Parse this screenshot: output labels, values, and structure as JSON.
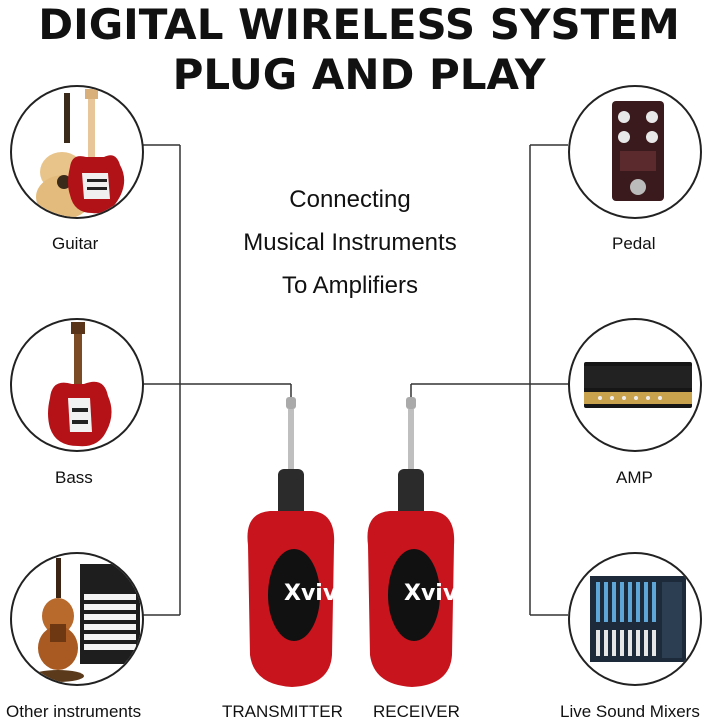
{
  "headline": {
    "line1": "DIGITAL WIRELESS SYSTEM",
    "line2": "PLUG AND PLAY"
  },
  "center_text": [
    "Connecting",
    "Musical Instruments",
    "To Amplifiers"
  ],
  "left_items": [
    {
      "label": "Guitar",
      "icon": "guitar-image"
    },
    {
      "label": "Bass",
      "icon": "bass-image"
    },
    {
      "label": "Other instruments",
      "icon": "other-instruments-image"
    }
  ],
  "right_items": [
    {
      "label": "Pedal",
      "icon": "pedal-image"
    },
    {
      "label": "AMP",
      "icon": "amp-image"
    },
    {
      "label": "Live Sound Mixers",
      "icon": "mixer-image"
    }
  ],
  "devices": {
    "transmitter_label": "TRANSMITTER",
    "receiver_label": "RECEIVER",
    "brand": "Xvive",
    "body_color": "#c8141c"
  }
}
